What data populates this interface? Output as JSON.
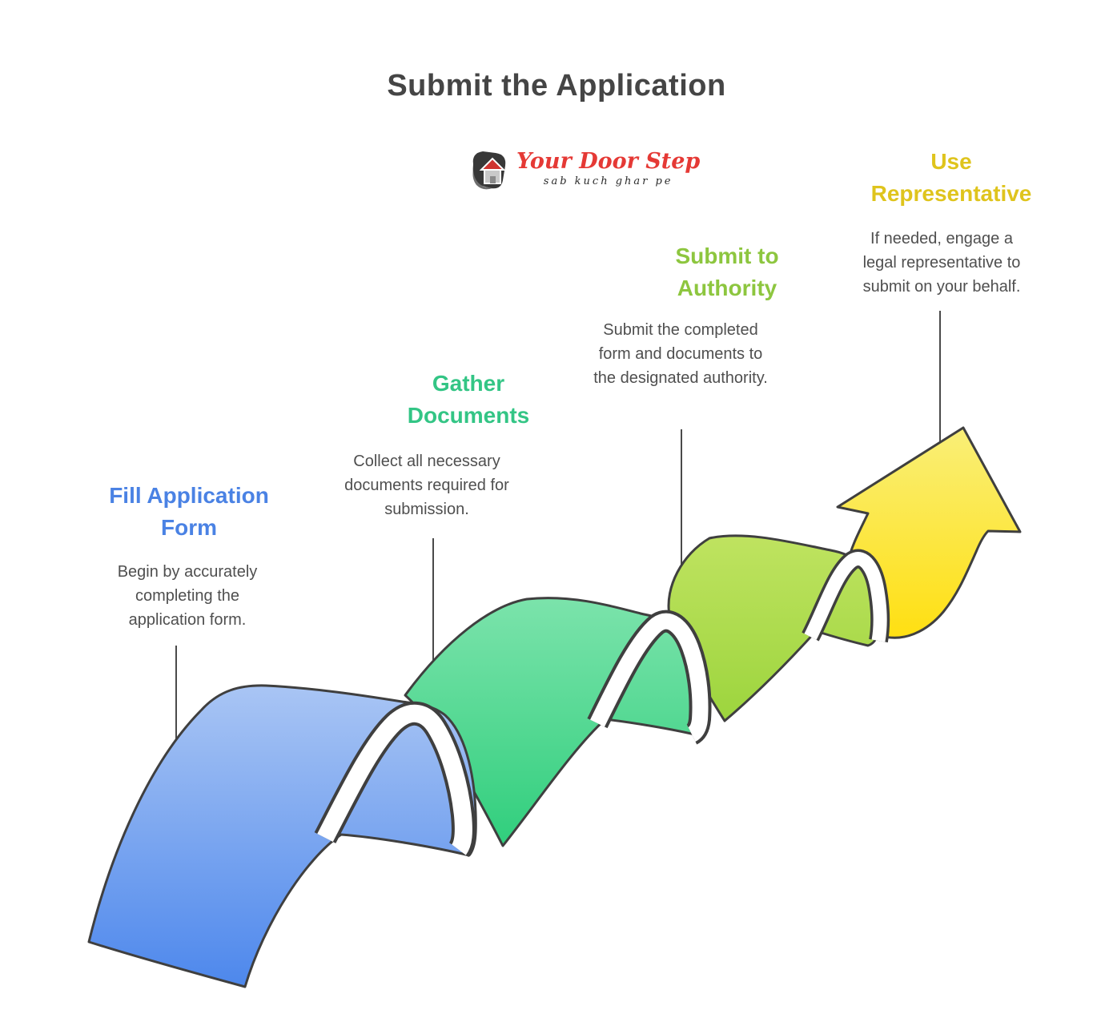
{
  "title": "Submit the Application",
  "logo": {
    "brand": "Your Door Step",
    "tagline": "sab kuch ghar pe",
    "brand_color": "#e53935",
    "icon": "house-cube-icon"
  },
  "steps": [
    {
      "heading": "Fill Application Form",
      "body": "Begin by accurately completing the application form.",
      "accent_color": "#4a82e4",
      "wave_color_top": "#a9c5f4",
      "wave_color_bottom": "#4b86ec"
    },
    {
      "heading": "Gather Documents",
      "body": "Collect all necessary documents required for submission.",
      "accent_color": "#33c585",
      "wave_color_top": "#7be3ab",
      "wave_color_bottom": "#2fce7c"
    },
    {
      "heading": "Submit to Authority",
      "body": "Submit the completed form and documents to the designated authority.",
      "accent_color": "#8dc63f",
      "wave_color_top": "#bfe360",
      "wave_color_bottom": "#9bd43c"
    },
    {
      "heading": "Use Representative",
      "body": "If needed, engage a legal representative to submit on your behalf.",
      "accent_color": "#dfc41d",
      "wave_color_top": "#f9ef78",
      "wave_color_bottom": "#ffdf10"
    }
  ],
  "diagram": {
    "type": "ascending-wave-ribbon-arrow",
    "outline_color": "#3f3f3f",
    "connector_color": "#4a4a4a",
    "body_text_color": "#4f4f4f",
    "title_color": "#454545"
  }
}
